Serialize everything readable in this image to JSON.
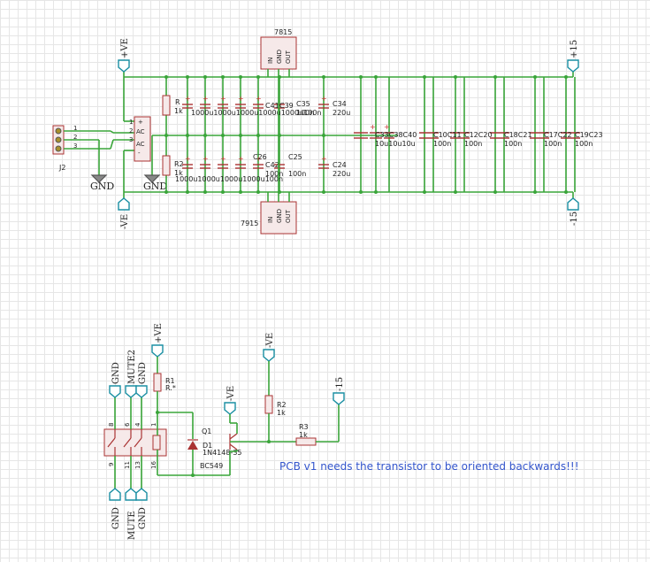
{
  "supply": {
    "pos_rail": "+VE",
    "neg_rail": "-VE",
    "out_pos": "+15",
    "out_neg": "-15",
    "reg_pos": "7815",
    "reg_neg": "7915",
    "reg_in": "IN",
    "reg_gnd": "GND",
    "reg_out": "OUT",
    "connector": "J2",
    "pin1": "1",
    "pin2": "2",
    "pin3": "3",
    "gnd": "GND",
    "bridge_ac1": "AC",
    "bridge_ac2": "AC",
    "bridge_plus": "+",
    "bridge_minus": "-",
    "bridge_pin1": "1",
    "bridge_pin2": "2",
    "bridge_pin3": "3",
    "r_top": "R",
    "r_top_val": "1k",
    "r_bot": "R2",
    "r_bot_val": "1k",
    "top_caps_vals": "1000u1000u1000u1000u1000u100n",
    "bot_caps_vals": "1000u1000u1000u1000u100n",
    "c41": "C41",
    "c39": "C39",
    "c35": "C35",
    "c35_val": "100n",
    "c34": "C34",
    "c34_val": "220u",
    "c26": "C26",
    "c42": "C42",
    "c42_val": "100n",
    "c25": "C25",
    "c25_val": "100n",
    "c24": "C24",
    "c24_val": "220u",
    "c33_40": "C33C38C40",
    "c33_40_vals": "10u10u10u",
    "c_pair1": "C10C11",
    "c_pair1_val": "100n",
    "c_pair2": "C12C20",
    "c_pair2_val": "100n",
    "c_pair3": "C18C21",
    "c_pair3_val": "100n",
    "c_pair4": "C17C22",
    "c_pair4_val": "100n",
    "c_pair5": "C19C23",
    "c_pair5_val": "100n",
    "pair_vals": "100n"
  },
  "mute": {
    "pos_rail": "+VE",
    "neg_rail": "-VE",
    "out_neg": "-15",
    "pos_rail2": "+VE",
    "gnd": "GND",
    "mute2": "MUTE2",
    "mute": "MUTE",
    "pin8": "8",
    "pin6": "6",
    "pin4": "4",
    "pin9": "9",
    "pin11": "11",
    "pin13": "13",
    "pin16": "16",
    "pin1": "1",
    "r1": "R1",
    "r1_val": "R.*",
    "q1": "Q1",
    "d1": "D1",
    "d1_val": "1N4148-35",
    "q1_val": "BC549",
    "r2": "R2",
    "r2_val": "1k",
    "r3": "R3",
    "r3_val": "1k"
  },
  "note": "PCB v1 needs the transistor to be oriented backwards!!!"
}
